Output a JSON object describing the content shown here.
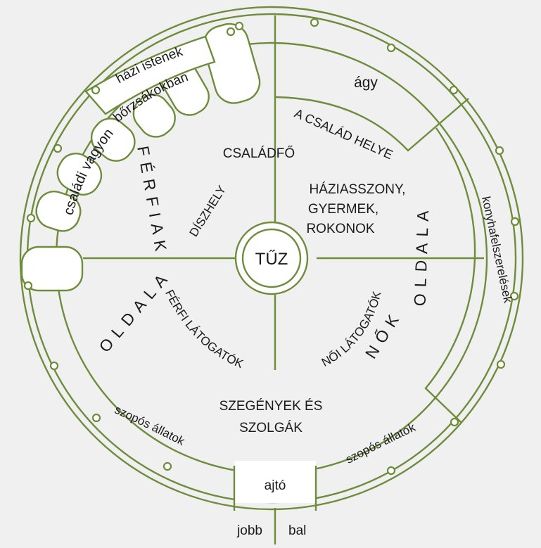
{
  "diagram": {
    "colors": {
      "line": "#6e8c3c",
      "fill": "#ffffff",
      "background": "#f0f0f0",
      "text": "#1a1a1a"
    },
    "labels": {
      "center": "TŰZ",
      "family_head": "CSALÁDFŐ",
      "place_of_honor": "DÍSZHELY",
      "family_place": "A CSALÁD HELYE",
      "housewife_1": "HÁZIASSZONY,",
      "housewife_2": "GYERMEK,",
      "housewife_3": "ROKONOK",
      "bed": "ágy",
      "house_gods": "házi istenek",
      "leather_bags": "bőrzsákokban",
      "family_wealth": "családi vagyon",
      "men_side_1": "FÉRFIAK",
      "men_side_2": "OLDALA",
      "women_side_1": "NŐK",
      "women_side_2": "OLDALA",
      "male_visitors": "FÉRFI LÁTOGATÓK",
      "female_visitors": "NŐI LÁTOGATÓK",
      "poor_1": "SZEGÉNYEK ÉS",
      "poor_2": "SZOLGÁK",
      "young_animals_left": "szopós állatok",
      "young_animals_right": "szopós állatok",
      "kitchen": "konyhafelszerelések",
      "door": "ajtó",
      "right_word": "jobb",
      "left_word": "bal"
    }
  }
}
